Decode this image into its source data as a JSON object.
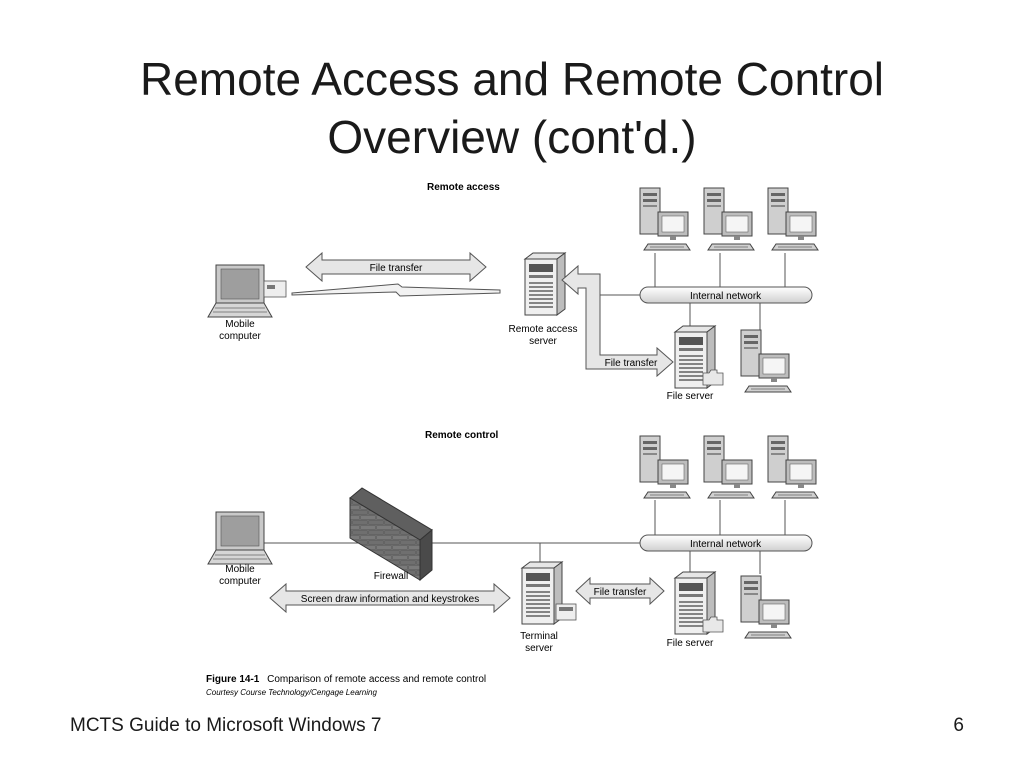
{
  "slide": {
    "title_line1": "Remote Access and Remote Control",
    "title_line2": "Overview (cont'd.)",
    "footer": "MCTS Guide to Microsoft Windows 7",
    "page_number": "6"
  },
  "figure": {
    "remote_access": {
      "heading": "Remote access",
      "mobile_line1": "Mobile",
      "mobile_line2": "computer",
      "file_transfer_top": "File transfer",
      "server_line1": "Remote access",
      "server_line2": "server",
      "internal_network": "Internal network",
      "file_transfer_side": "File transfer",
      "file_server": "File server"
    },
    "remote_control": {
      "heading": "Remote control",
      "mobile_line1": "Mobile",
      "mobile_line2": "computer",
      "firewall": "Firewall",
      "screen_draw": "Screen draw information and keystrokes",
      "server_line1": "Terminal",
      "server_line2": "server",
      "file_transfer": "File transfer",
      "internal_network": "Internal network",
      "file_server": "File server"
    },
    "caption_label": "Figure 14-1",
    "caption_text": "Comparison of remote access and remote control",
    "courtesy": "Courtesy Course Technology/Cengage Learning"
  }
}
